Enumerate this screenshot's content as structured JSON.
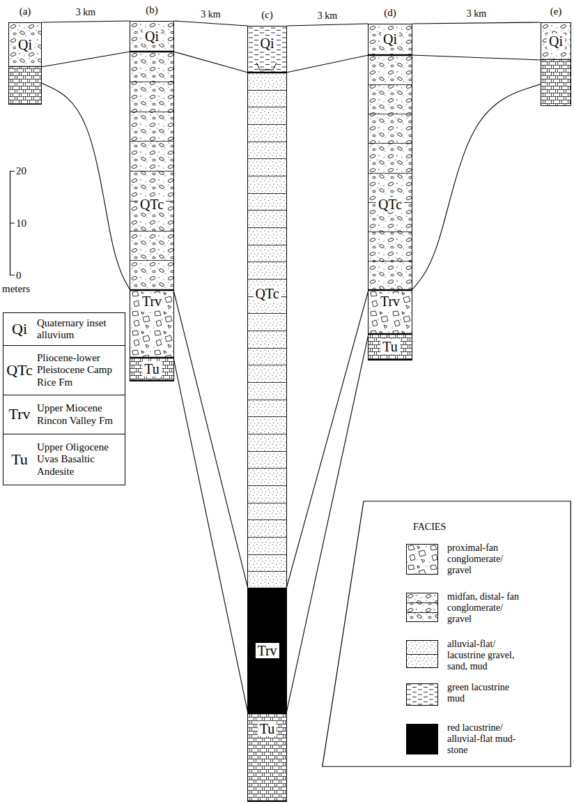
{
  "diagram": {
    "nodes": [
      {
        "text": [
          "(a)"
        ]
      },
      {
        "text": [
          "Qi"
        ],
        "in": 0
      },
      {
        "text": [
          "(b)"
        ]
      },
      {
        "text": [
          "Qi"
        ],
        "in": 2
      },
      {
        "text": [
          "QTc"
        ],
        "in": 2
      },
      {
        "text": [
          "Trv"
        ],
        "in": 2
      },
      {
        "text": [
          "Tu"
        ],
        "in": 2
      },
      {
        "text": [
          "(c)"
        ]
      },
      {
        "text": [
          "Qi"
        ],
        "in": 7
      },
      {
        "text": [
          "QTc"
        ],
        "in": 7
      },
      {
        "text": [
          "Trv"
        ],
        "in": 7
      },
      {
        "text": [
          "Tu"
        ],
        "in": 7
      },
      {
        "text": [
          "(d)"
        ]
      },
      {
        "text": [
          "Qi"
        ],
        "in": 12
      },
      {
        "text": [
          "QTc"
        ],
        "in": 12
      },
      {
        "text": [
          "Trv"
        ],
        "in": 12
      },
      {
        "text": [
          "Tu"
        ],
        "in": 12
      },
      {
        "text": [
          "(e)"
        ]
      },
      {
        "text": [
          "Qi"
        ],
        "in": 17
      }
    ],
    "edges": [
      {
        "from": 0,
        "to": 2,
        "label": "3 km",
        "arrow": "none"
      },
      {
        "from": 2,
        "to": 7,
        "label": "3 km",
        "arrow": "none"
      },
      {
        "from": 7,
        "to": 12,
        "label": "3 km",
        "arrow": "none"
      },
      {
        "from": 12,
        "to": 17,
        "label": "3 km",
        "arrow": "none"
      },
      {
        "from": 1,
        "to": 3,
        "arrow": "none"
      },
      {
        "from": 3,
        "to": 8,
        "arrow": "none"
      },
      {
        "from": 8,
        "to": 13,
        "arrow": "none"
      },
      {
        "from": 13,
        "to": 18,
        "arrow": "none"
      },
      {
        "from": 0,
        "to": 5,
        "arrow": "none"
      },
      {
        "from": 4,
        "to": 9,
        "arrow": "none"
      },
      {
        "from": 9,
        "to": 14,
        "arrow": "none"
      },
      {
        "from": 15,
        "to": 17,
        "arrow": "none"
      },
      {
        "from": 6,
        "to": 11,
        "arrow": "none"
      },
      {
        "from": 11,
        "to": 16,
        "arrow": "none"
      }
    ],
    "labels": [
      "20",
      "10",
      "0",
      "meters",
      "Qi",
      "Quaternary inset alluvium",
      "QTc",
      "Pliocene-lower Pleistocene Camp Rice Fm",
      "Trv",
      "Upper Miocene Rincon Valley Fm",
      "Tu",
      "Upper Oligocene Uvas Basaltic Andesite",
      "FACIES"
    ],
    "legend": [
      {
        "text": "proximal-fan conglomerate/ gravel"
      },
      {
        "text": "midfan, distal- fan conglomerate/ gravel"
      },
      {
        "text": "alluvial-flat/ lacustrine gravel, sand, mud"
      },
      {
        "text": "green lacustrine mud"
      },
      {
        "text": "red lacustrine/ alluvial-flat mud- stone",
        "color": "#000000"
      }
    ]
  }
}
